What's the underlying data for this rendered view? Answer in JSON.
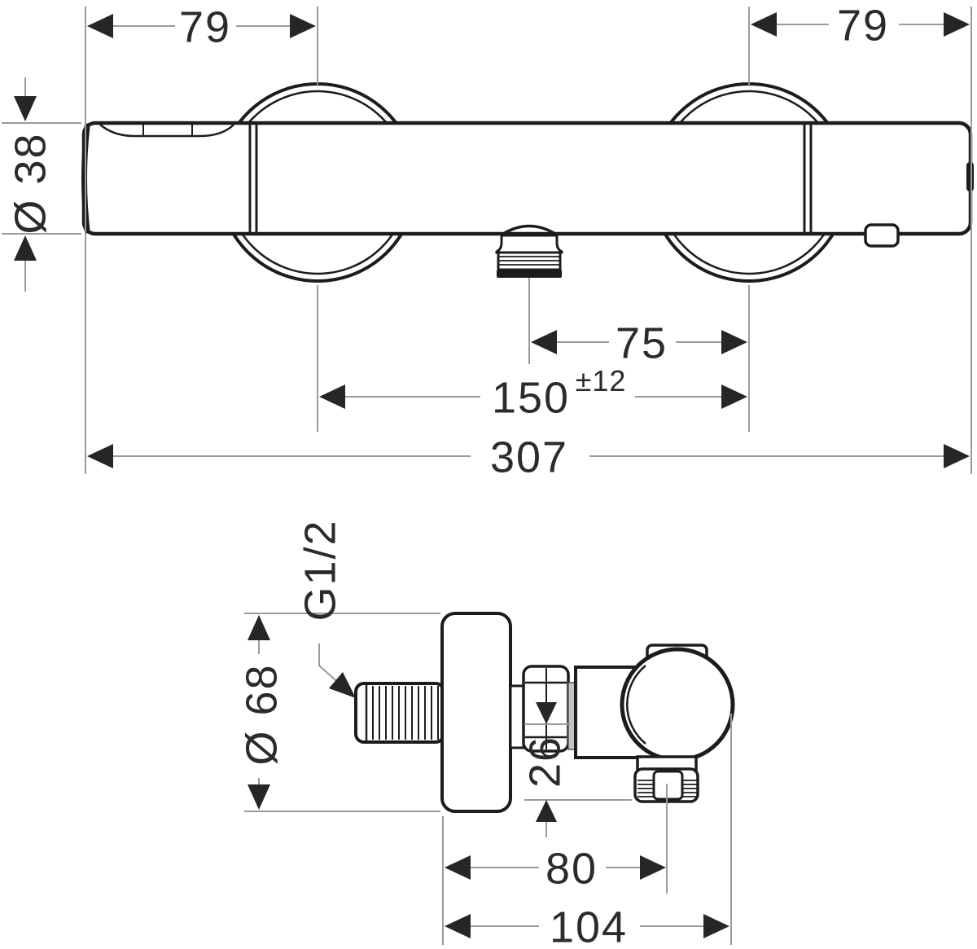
{
  "drawing": {
    "front_view": {
      "left_union_offset": "79",
      "right_union_offset": "79",
      "bar_diameter": "Ø 38",
      "outlet_to_union": "75",
      "union_spacing": "150",
      "union_spacing_tolerance": "±12",
      "overall_width": "307"
    },
    "side_view": {
      "connection_thread": "G1/2",
      "escutcheon_diameter": "Ø 68",
      "outlet_drop": "26",
      "wall_to_outlet": "80",
      "overall_depth": "104"
    },
    "palette": {
      "outline": "#1c1c1c",
      "dimension_lines": "#9b9b9b",
      "dimension_text": "#2b2b2b",
      "background": "#ffffff"
    }
  }
}
